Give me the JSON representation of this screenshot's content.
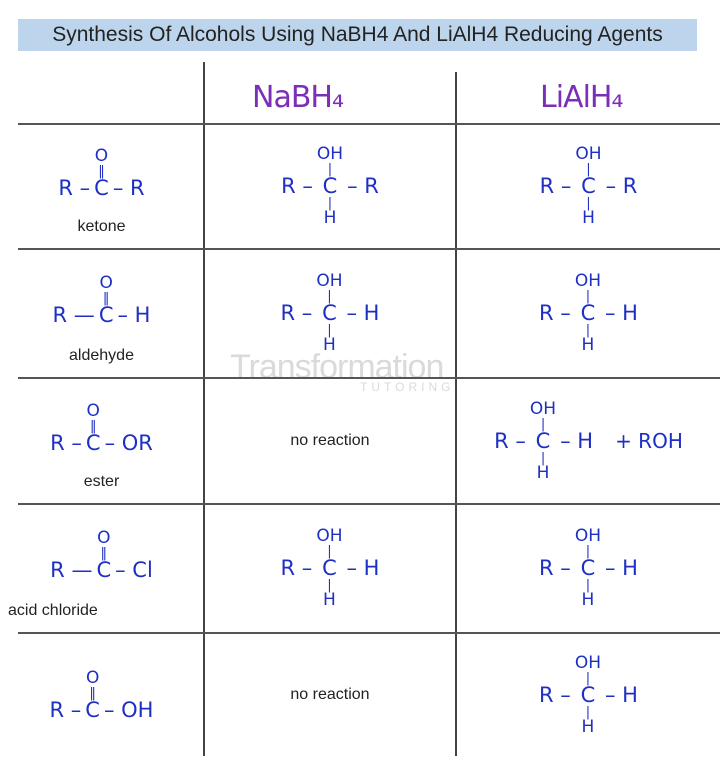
{
  "title": "Synthesis Of Alcohols Using NaBH4 And LiAlH4 Reducing Agents",
  "headers": {
    "nabh4": "NaBH₄",
    "lialh4": "LiAlH₄"
  },
  "watermark": {
    "main": "Transformation",
    "sub": "TUTORING"
  },
  "colors": {
    "ink": "#1e2fc4",
    "header": "#7b2fb8",
    "title_bg": "#bcd5ec"
  },
  "rows": [
    {
      "label": "ketone",
      "reactant": {
        "top": "O",
        "topbond": "‖",
        "left": "R –",
        "center": "C",
        "right": "– R",
        "bottom": "",
        "botbond": ""
      },
      "nabh4": {
        "top": "OH",
        "topbond": "|",
        "left": "R –",
        "center": "C",
        "right": "– R",
        "bottom": "H",
        "botbond": "|"
      },
      "lialh4": {
        "top": "OH",
        "topbond": "|",
        "left": "R –",
        "center": "C",
        "right": "– R",
        "bottom": "H",
        "botbond": "|"
      }
    },
    {
      "label": "aldehyde",
      "reactant": {
        "top": "O",
        "topbond": "‖",
        "left": "R —",
        "center": "C",
        "right": "– H",
        "bottom": "",
        "botbond": ""
      },
      "nabh4": {
        "top": "OH",
        "topbond": "|",
        "left": "R –",
        "center": "C",
        "right": "– H",
        "bottom": "H",
        "botbond": "|"
      },
      "lialh4": {
        "top": "OH",
        "topbond": "|",
        "left": "R –",
        "center": "C",
        "right": "– H",
        "bottom": "H",
        "botbond": "|"
      }
    },
    {
      "label": "ester",
      "reactant": {
        "top": "O",
        "topbond": "‖",
        "left": "R –",
        "center": "C",
        "right": "– OR",
        "bottom": "",
        "botbond": ""
      },
      "nabh4_text": "no reaction",
      "lialh4": {
        "top": "OH",
        "topbond": "|",
        "left": "R –",
        "center": "C",
        "right": "– H",
        "bottom": "H",
        "botbond": "|"
      },
      "lialh4_extra": "+ ROH"
    },
    {
      "label": "acid chloride",
      "reactant": {
        "top": "O",
        "topbond": "‖",
        "left": "R —",
        "center": "C",
        "right": "– Cl",
        "bottom": "",
        "botbond": ""
      },
      "nabh4": {
        "top": "OH",
        "topbond": "|",
        "left": "R –",
        "center": "C",
        "right": "– H",
        "bottom": "H",
        "botbond": "|"
      },
      "lialh4": {
        "top": "OH",
        "topbond": "|",
        "left": "R –",
        "center": "C",
        "right": "– H",
        "bottom": "H",
        "botbond": "|"
      }
    },
    {
      "label": "",
      "reactant": {
        "top": "O",
        "topbond": "‖",
        "left": "R –",
        "center": "C",
        "right": "– OH",
        "bottom": "",
        "botbond": ""
      },
      "nabh4_text": "no reaction",
      "lialh4": {
        "top": "OH",
        "topbond": "|",
        "left": "R –",
        "center": "C",
        "right": "– H",
        "bottom": "H",
        "botbond": "|"
      }
    }
  ]
}
